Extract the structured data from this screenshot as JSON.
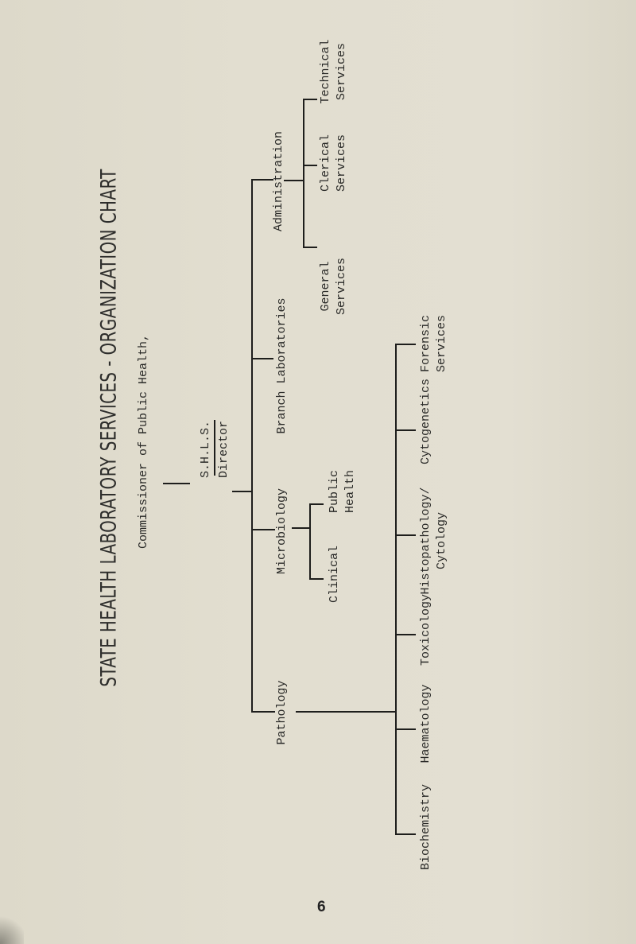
{
  "document": {
    "title": "STATE HEALTH LABORATORY SERVICES - ORGANIZATION CHART",
    "page_number": "6",
    "background_color": "#e0dccd",
    "line_color": "#1e1e1c"
  },
  "org_chart": {
    "root": {
      "label": "Commissioner of Public Health,",
      "child": {
        "label_top": "S.H.L.S.",
        "label_bottom": "Director",
        "departments": [
          {
            "label": "Administration",
            "units": [
              {
                "line1": "General",
                "line2": "Services"
              },
              {
                "line1": "Clerical",
                "line2": "Services"
              },
              {
                "line1": "Technical",
                "line2": "Services"
              }
            ]
          },
          {
            "label": "Branch Laboratories",
            "units": []
          },
          {
            "label": "Microbiology",
            "units": [
              {
                "line1": "Clinical",
                "line2": ""
              },
              {
                "line1": "Public",
                "line2": "Health"
              }
            ]
          },
          {
            "label": "Pathology",
            "units": [
              {
                "line1": "Biochemistry",
                "line2": ""
              },
              {
                "line1": "Haematology",
                "line2": ""
              },
              {
                "line1": "Toxicology",
                "line2": ""
              },
              {
                "line1": "Histopathology/",
                "line2": "Cytology"
              },
              {
                "line1": "Cytogenetics",
                "line2": ""
              },
              {
                "line1": "Forensic",
                "line2": "Services"
              }
            ]
          }
        ]
      }
    }
  }
}
